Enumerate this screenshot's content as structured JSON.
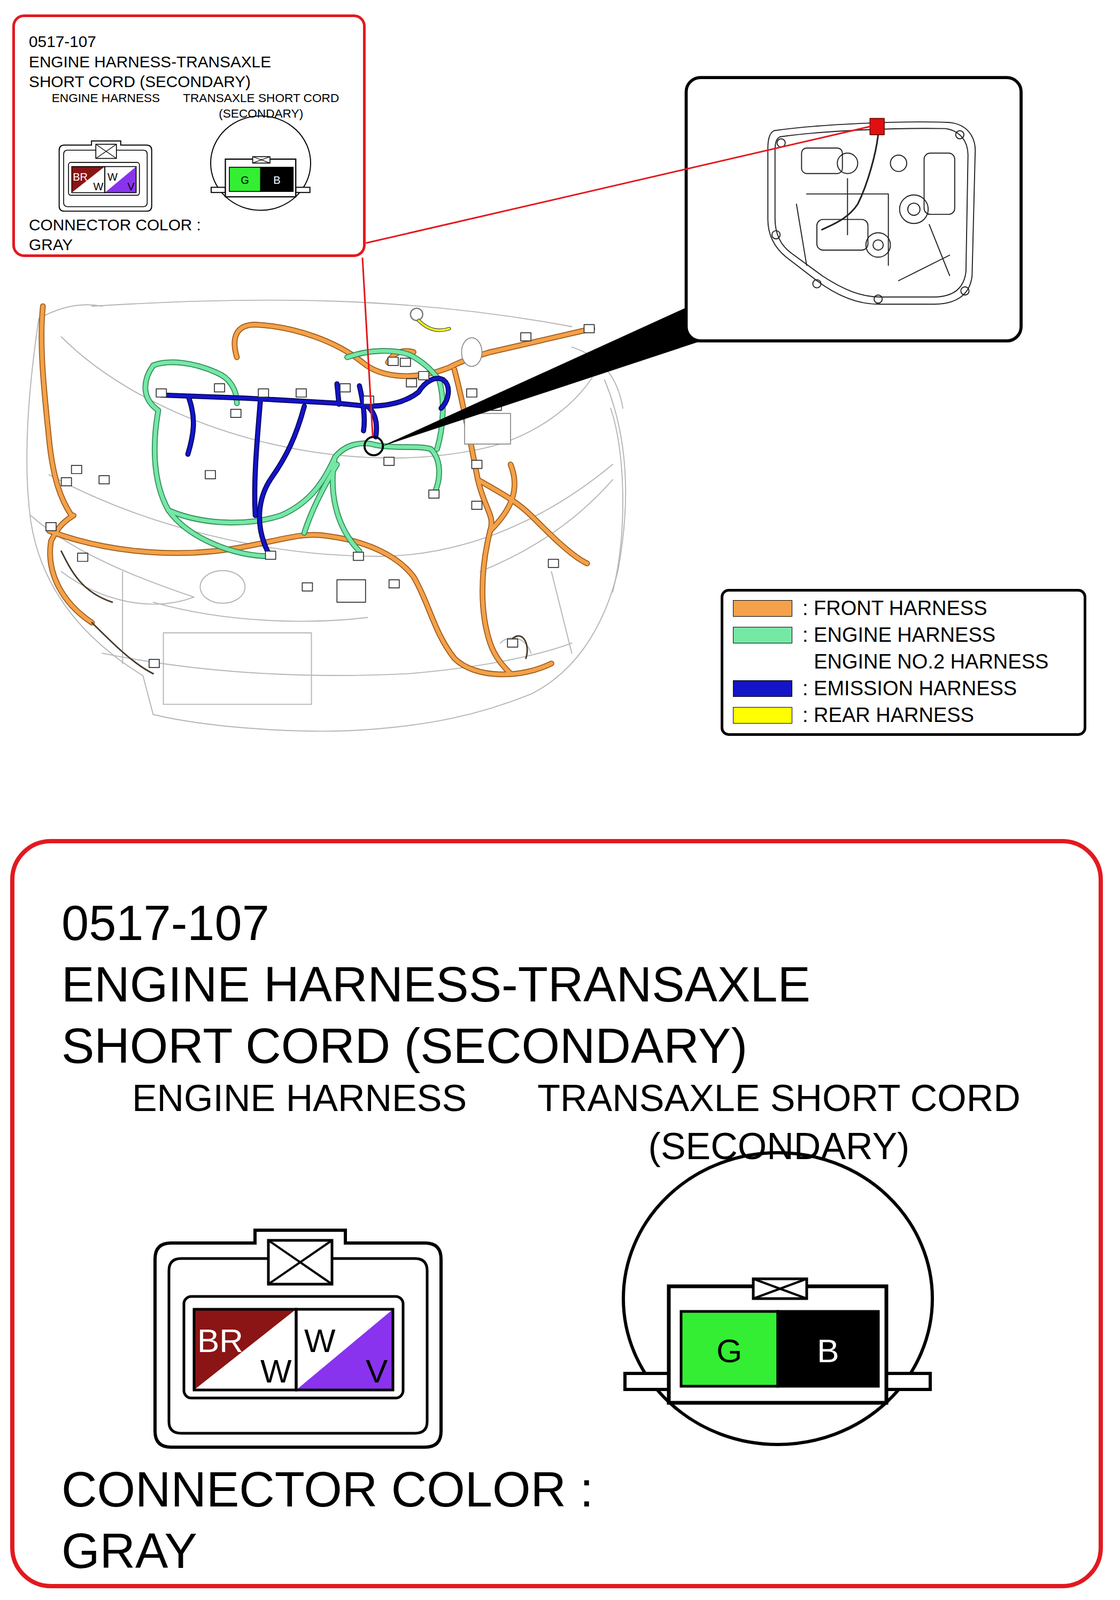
{
  "diagram": {
    "nodes": [
      {
        "text": [
          "0517-107",
          "ENGINE HARNESS-TRANSAXLE SHORT CORD (SECONDARY)",
          "ENGINE HARNESS",
          "TRANSAXLE SHORT CORD (SECONDARY)",
          "CONNECTOR COLOR : GRAY"
        ]
      },
      {
        "text": [
          "0517-107",
          "ENGINE HARNESS-TRANSAXLE SHORT CORD (SECONDARY)",
          "ENGINE HARNESS",
          "TRANSAXLE SHORT CORD (SECONDARY)",
          "CONNECTOR COLOR : GRAY"
        ]
      }
    ],
    "labels": [
      "BR",
      "W",
      "W",
      "V",
      "G",
      "B",
      "BR",
      "W",
      "W",
      "V",
      "G",
      "B"
    ],
    "legend": [
      {
        "text": ": FRONT HARNESS",
        "color": "#f5a149"
      },
      {
        "text": ": ENGINE HARNESS ENGINE NO.2 HARNESS",
        "color": "#76e8a5"
      },
      {
        "text": ": EMISSION HARNESS",
        "color": "#1414c8"
      },
      {
        "text": ": REAR HARNESS",
        "color": "#ffff00"
      }
    ]
  }
}
